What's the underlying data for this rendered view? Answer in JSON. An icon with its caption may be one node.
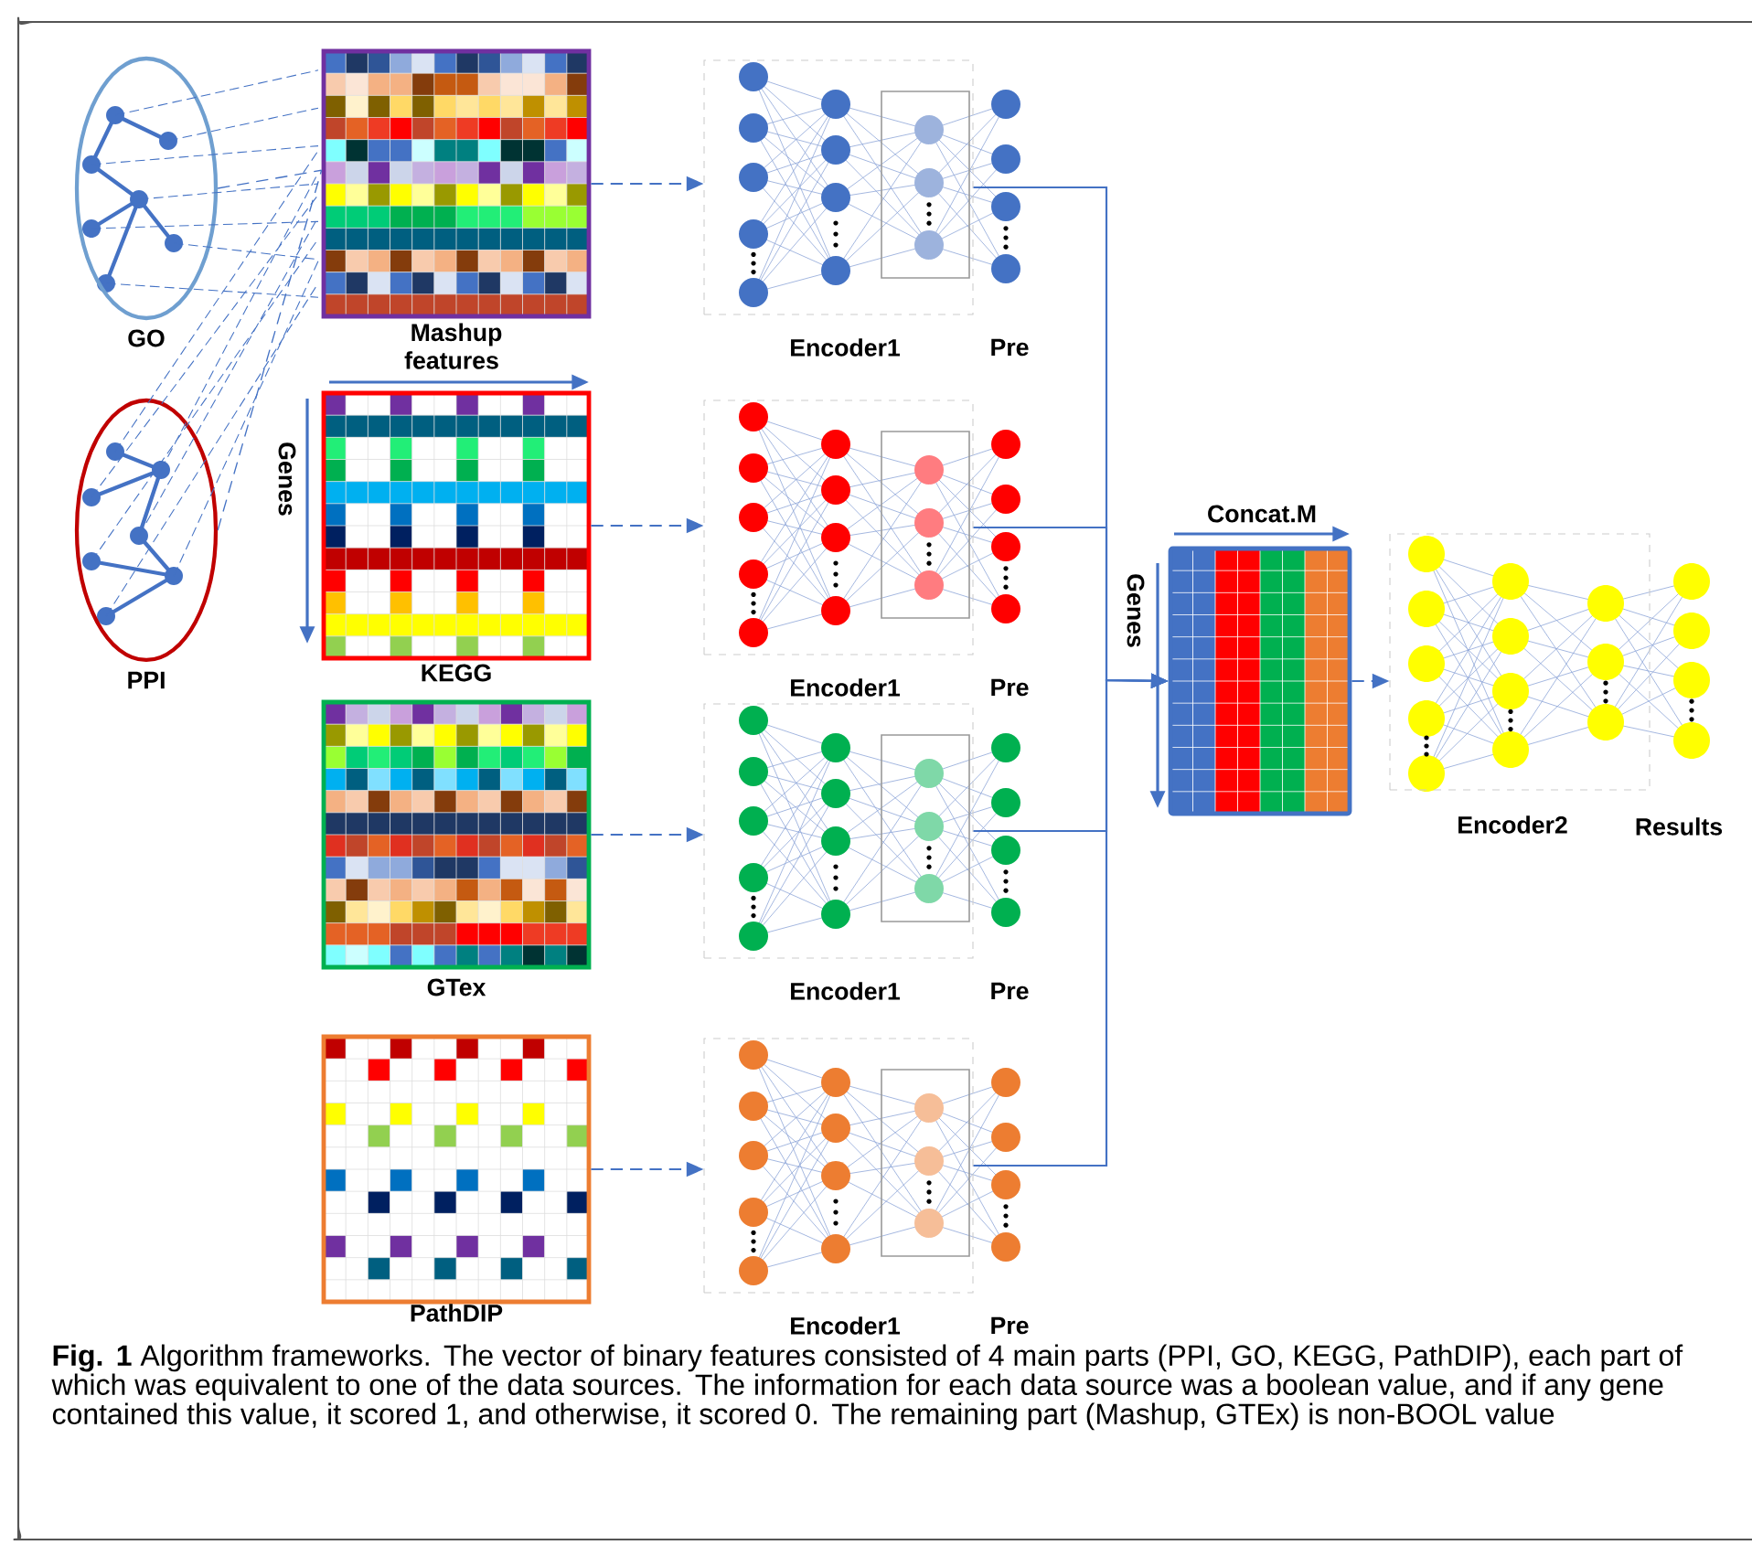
{
  "diagram": {
    "caption": "**Fig. 1** Algorithm frameworks. The vector of binary features consisted of 4 main parts (PPI, GO, KEGG, PathDIP), each part of which was equivalent to one of the data sources. The information for each data source was a boolean value, and if any gene contained this value, it scored 1, and otherwise, it scored 0. The remaining part (Mashup, GTEx) is non-BOOL value",
    "nodes": [
      {
        "text": [
          "GO"
        ]
      },
      {
        "text": [
          "PPI"
        ]
      },
      {
        "text": [
          "Mashup"
        ]
      },
      {
        "text": [
          "KEGG"
        ]
      },
      {
        "text": [
          "GTex"
        ]
      },
      {
        "text": [
          "PathDIP"
        ]
      },
      {
        "text": [
          "Encoder1",
          "Pre"
        ]
      },
      {
        "text": [
          "Encoder1",
          "Pre"
        ]
      },
      {
        "text": [
          "Encoder1",
          "Pre"
        ]
      },
      {
        "text": [
          "Encoder1",
          "Pre"
        ]
      },
      {
        "text": [
          "Concat.M"
        ]
      },
      {
        "text": [
          "Encoder2",
          "Results"
        ]
      }
    ],
    "edges": [
      {
        "from": 0,
        "to": 2,
        "arrow": "none",
        "style": "dashed"
      },
      {
        "from": 1,
        "to": 2,
        "arrow": "none",
        "style": "dashed"
      },
      {
        "from": 2,
        "to": 6,
        "arrow": "to",
        "style": "dashed"
      },
      {
        "from": 3,
        "to": 7,
        "arrow": "to",
        "style": "dashed"
      },
      {
        "from": 4,
        "to": 8,
        "arrow": "to",
        "style": "dashed"
      },
      {
        "from": 5,
        "to": 9,
        "arrow": "to",
        "style": "dashed"
      },
      {
        "from": 6,
        "to": 10,
        "arrow": "to"
      },
      {
        "from": 7,
        "to": 10,
        "arrow": "to"
      },
      {
        "from": 8,
        "to": 10,
        "arrow": "to"
      },
      {
        "from": 9,
        "to": 10,
        "arrow": "to"
      },
      {
        "from": 10,
        "to": 11,
        "arrow": "to",
        "style": "dashed"
      }
    ],
    "labels": [
      "features",
      "Genes",
      "Genes"
    ]
  }
}
